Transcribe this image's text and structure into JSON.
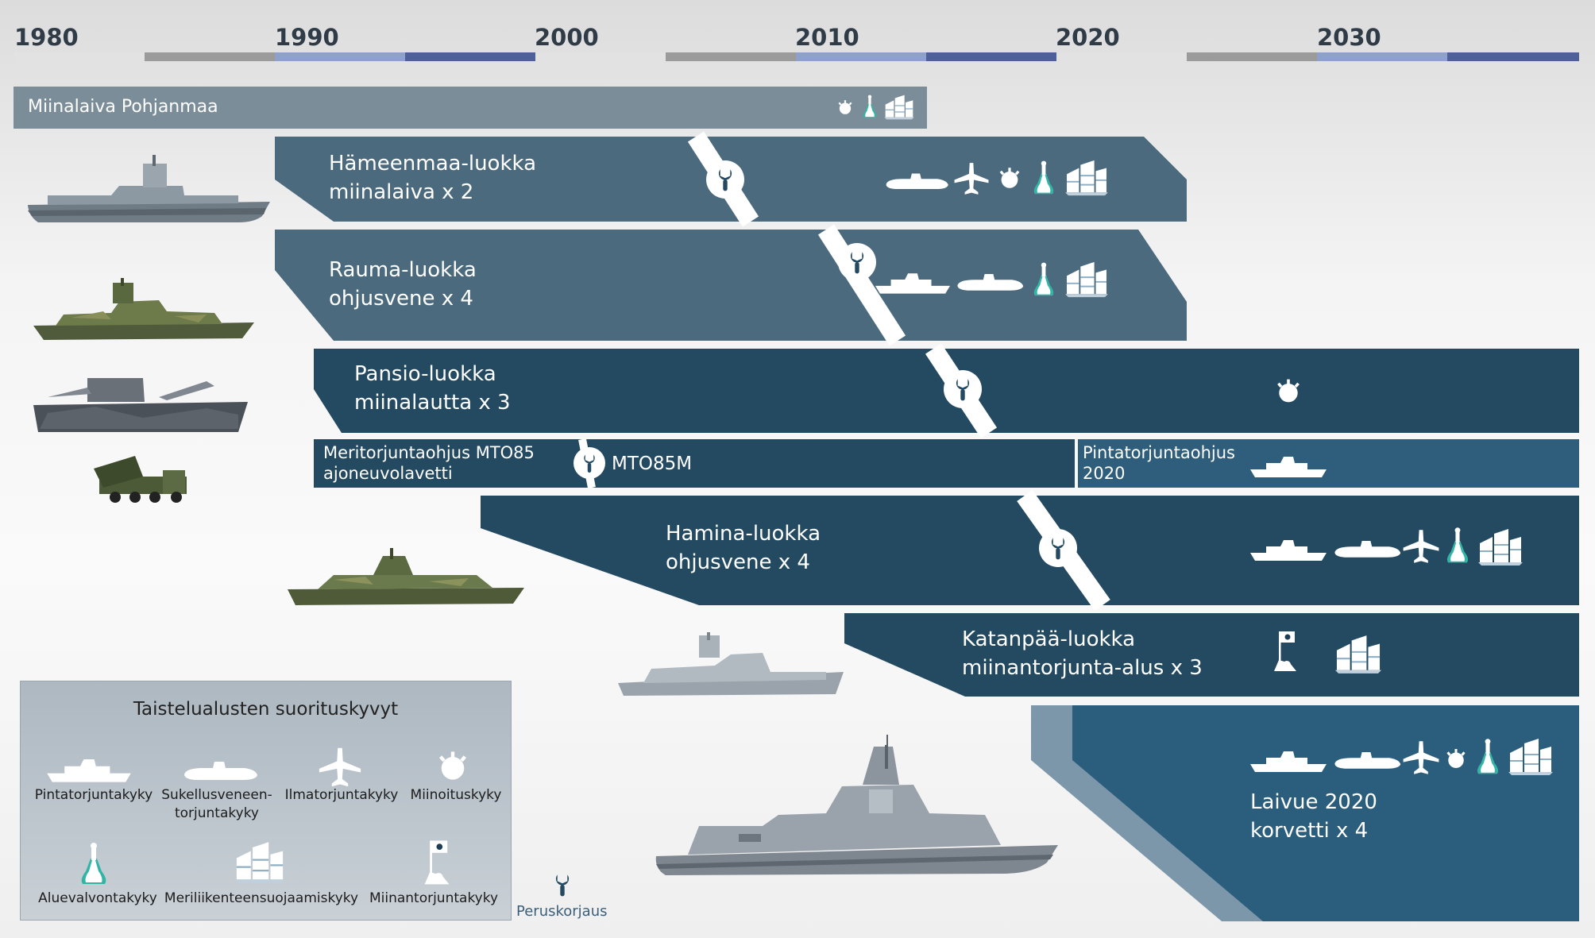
{
  "timeline": {
    "years": [
      "1980",
      "1990",
      "2000",
      "2010",
      "2020",
      "2030"
    ],
    "segment_colors": [
      "#e2e2e2",
      "#9b9b9b",
      "#8ea1cc",
      "#4f5f97"
    ]
  },
  "colors": {
    "band_light": "#7b8d99",
    "band_mid": "#4b6a7e",
    "band_dark": "#244a62",
    "band_new": "#2b5d7c",
    "band_new_shadow": "#7d97aa",
    "wrench_stripe": "#ffffff",
    "teal_accent": "#33b5a6"
  },
  "vessels": {
    "pohjanmaa": {
      "name": "Miinalaiva Pohjanmaa"
    },
    "hameenmaa": {
      "line1": "Hämeenmaa-luokka",
      "line2": "miinalaiva x 2"
    },
    "rauma": {
      "line1": "Rauma-luokka",
      "line2": "ohjusvene x 4"
    },
    "pansio": {
      "line1": "Pansio-luokka",
      "line2": "miinalautta x 3"
    },
    "mto85": {
      "line1": "Meritorjuntaohjus MTO85",
      "line2": "ajoneuvolavetti",
      "upgrade": "MTO85M"
    },
    "pintatorjuntaohjus": {
      "line1": "Pintatorjuntaohjus",
      "line2": "2020"
    },
    "hamina": {
      "line1": "Hamina-luokka",
      "line2": "ohjusvene x 4"
    },
    "katanpaa": {
      "line1": "Katanpää-luokka",
      "line2": "miinantorjunta-alus x 3"
    },
    "laivue2020": {
      "line1": "Laivue 2020",
      "line2": "korvetti x 4"
    }
  },
  "legend": {
    "title": "Taistelualusten suorituskyvyt",
    "items": {
      "surface": "Pintatorjuntakyky",
      "submarine_1": "Sukellusveneen-",
      "submarine_2": "torjuntakyky",
      "air": "Ilmatorjuntakyky",
      "mining": "Miinoituskyky",
      "surveillance": "Aluevalvontakyky",
      "sealane": "Meriliikenteensuojaamiskyky",
      "mcm": "Miinantorjuntakyky"
    }
  },
  "overhaul_label": "Peruskorjaus",
  "icons": {
    "surface": "surface-ship-icon",
    "submarine": "submarine-icon",
    "air": "aircraft-icon",
    "mining": "naval-mine-icon",
    "surveillance": "surveillance-tower-icon",
    "sealane": "convoy-containers-icon",
    "mcm": "mine-countermeasure-icon",
    "overhaul": "wrench-icon"
  }
}
